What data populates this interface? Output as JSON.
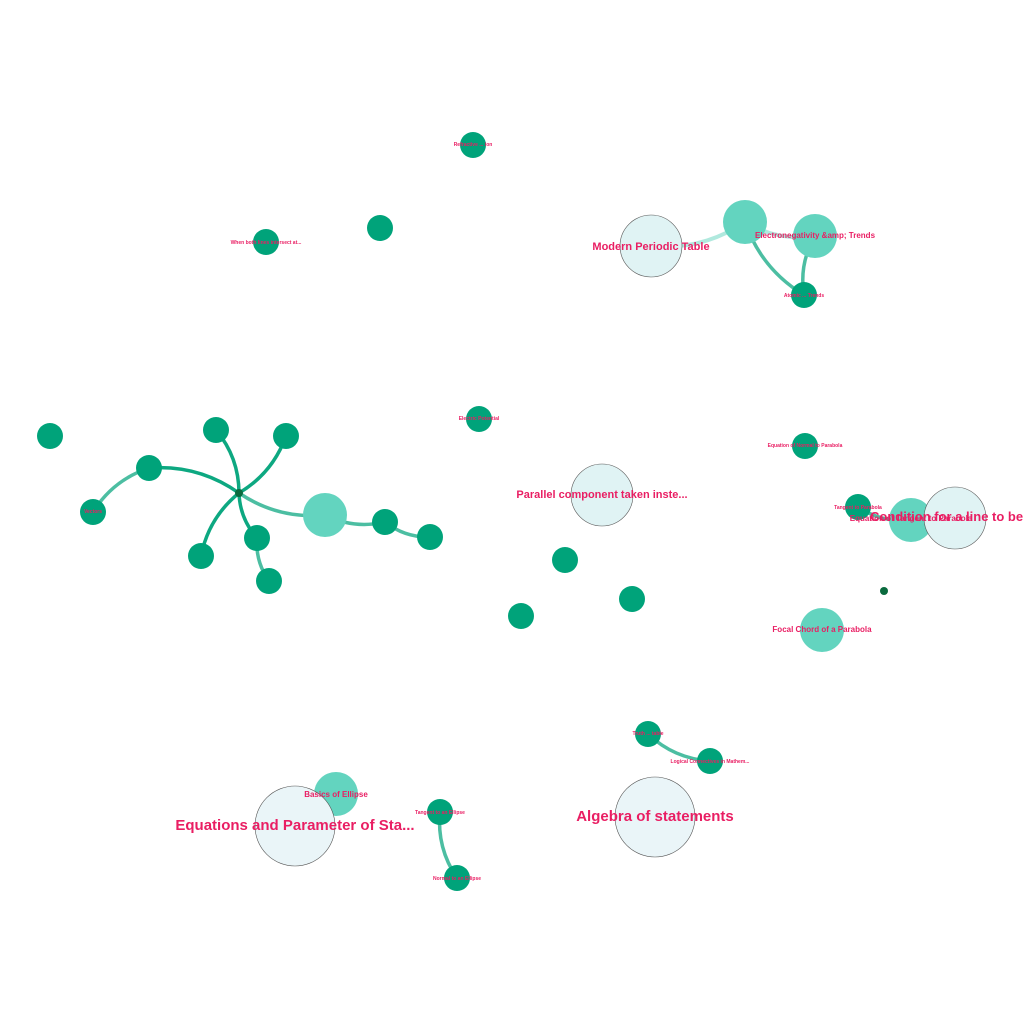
{
  "graph": {
    "colors": {
      "label": "#e91e63",
      "node_leaf": "#00a37a",
      "node_mid": "#63d4bf",
      "node_big": "#e0f3f4",
      "node_big_alt": "#eaf5f8",
      "hub": "#0a6a3e",
      "edge": "#00a37a",
      "edge_light": "#8fe0d0"
    },
    "nodes": [
      {
        "id": "n1",
        "label": "Refractive ... ion",
        "kind": "leaf"
      },
      {
        "id": "n2",
        "label": "",
        "kind": "leaf"
      },
      {
        "id": "n3",
        "label": "When both lines intersect at...",
        "kind": "leaf"
      },
      {
        "id": "n4",
        "label": "Modern Periodic Table",
        "kind": "big"
      },
      {
        "id": "n5",
        "label": "",
        "kind": "mid"
      },
      {
        "id": "n6",
        "label": "Electronegativity &amp; Trends",
        "kind": "mid"
      },
      {
        "id": "n7",
        "label": "Atomic ... Trends",
        "kind": "leaf"
      },
      {
        "id": "n8",
        "label": "",
        "kind": "leaf"
      },
      {
        "id": "n9",
        "label": "Electric Potential",
        "kind": "leaf"
      },
      {
        "id": "n10",
        "label": "Equation of Normal to Parabola",
        "kind": "leaf"
      },
      {
        "id": "hub",
        "label": "",
        "kind": "hub"
      },
      {
        "id": "n11",
        "label": "",
        "kind": "leaf"
      },
      {
        "id": "n12",
        "label": "",
        "kind": "leaf"
      },
      {
        "id": "n13",
        "label": "",
        "kind": "leaf"
      },
      {
        "id": "n14",
        "label": "Vectors",
        "kind": "leaf"
      },
      {
        "id": "n15",
        "label": "",
        "kind": "mid"
      },
      {
        "id": "n16",
        "label": "",
        "kind": "leaf"
      },
      {
        "id": "n17",
        "label": "",
        "kind": "leaf"
      },
      {
        "id": "n18",
        "label": "",
        "kind": "leaf"
      },
      {
        "id": "n19",
        "label": "",
        "kind": "leaf"
      },
      {
        "id": "n20",
        "label": "",
        "kind": "leaf"
      },
      {
        "id": "n21",
        "label": "Parallel component taken inste...",
        "kind": "big"
      },
      {
        "id": "n22",
        "label": "",
        "kind": "leaf"
      },
      {
        "id": "n23",
        "label": "",
        "kind": "leaf"
      },
      {
        "id": "n24",
        "label": "",
        "kind": "leaf"
      },
      {
        "id": "n25",
        "label": "Tangent to Parabola",
        "kind": "leaf"
      },
      {
        "id": "n26",
        "label": "Equation of Tangent to Parabola",
        "kind": "mid"
      },
      {
        "id": "n27",
        "label": "Condition for a line to be a",
        "kind": "big"
      },
      {
        "id": "n28",
        "label": "",
        "kind": "hub"
      },
      {
        "id": "n29",
        "label": "Focal Chord of a Parabola",
        "kind": "mid"
      },
      {
        "id": "n30",
        "label": "Truth ... table",
        "kind": "leaf"
      },
      {
        "id": "n31",
        "label": "Logical Connectives in Mathem...",
        "kind": "leaf"
      },
      {
        "id": "n32",
        "label": "Algebra of statements",
        "kind": "big_alt"
      },
      {
        "id": "n33",
        "label": "Basics of Ellipse",
        "kind": "mid"
      },
      {
        "id": "n34",
        "label": "Equations and Parameter of Sta...",
        "kind": "big_alt"
      },
      {
        "id": "n35",
        "label": "Tangent to an Ellipse",
        "kind": "leaf"
      },
      {
        "id": "n36",
        "label": "Normal to an Ellipse",
        "kind": "leaf"
      }
    ],
    "edges": [
      {
        "from": "n4",
        "to": "n5",
        "style": "light"
      },
      {
        "from": "n5",
        "to": "n6",
        "style": "light"
      },
      {
        "from": "n6",
        "to": "n7",
        "style": "mid"
      },
      {
        "from": "n5",
        "to": "n7",
        "style": "mid"
      },
      {
        "from": "hub",
        "to": "n11",
        "style": "dark"
      },
      {
        "from": "hub",
        "to": "n12",
        "style": "dark"
      },
      {
        "from": "hub",
        "to": "n13",
        "style": "dark"
      },
      {
        "from": "n13",
        "to": "n14",
        "style": "mid"
      },
      {
        "from": "hub",
        "to": "n15",
        "style": "mid"
      },
      {
        "from": "n15",
        "to": "n16",
        "style": "mid"
      },
      {
        "from": "n16",
        "to": "n17",
        "style": "mid"
      },
      {
        "from": "hub",
        "to": "n18",
        "style": "dark"
      },
      {
        "from": "hub",
        "to": "n19",
        "style": "dark"
      },
      {
        "from": "n19",
        "to": "n20",
        "style": "mid"
      },
      {
        "from": "n25",
        "to": "n26",
        "style": "mid"
      },
      {
        "from": "n30",
        "to": "n31",
        "style": "mid"
      },
      {
        "from": "n35",
        "to": "n36",
        "style": "mid"
      }
    ]
  }
}
